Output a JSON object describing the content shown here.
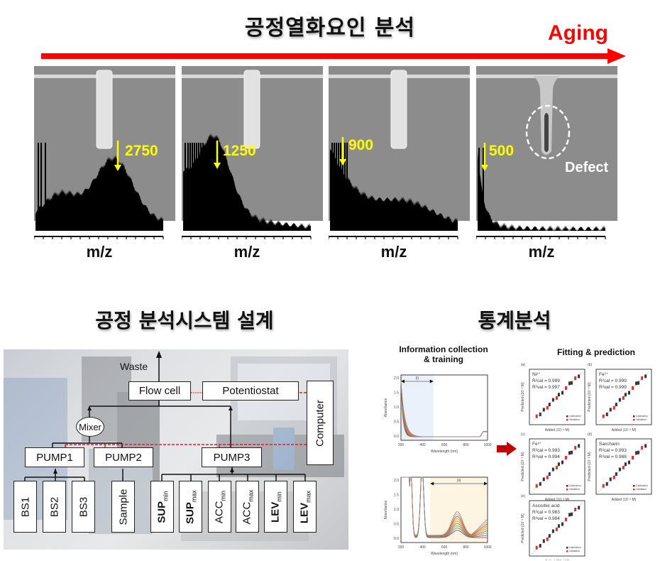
{
  "top_section": {
    "title": "공정열화요인 분석",
    "aging_label": "Aging",
    "arrow_color": "#ff0000",
    "panels": [
      {
        "peak_label": "2750",
        "axis_label": "m/z",
        "defect": false
      },
      {
        "peak_label": "1250",
        "axis_label": "m/z",
        "defect": false
      },
      {
        "peak_label": "900",
        "axis_label": "m/z",
        "defect": false
      },
      {
        "peak_label": "500",
        "axis_label": "m/z",
        "defect": true,
        "defect_label": "Defect"
      }
    ],
    "peak_color": "#ffff00"
  },
  "system_section": {
    "title": "공정 분석시스템 설계",
    "waste_label": "Waste",
    "flow_cell": "Flow cell",
    "potentiostat": "Potentiostat",
    "computer": "Computer",
    "mixer": "Mixer",
    "pumps": [
      "PUMP1",
      "PUMP2",
      "PUMP3"
    ],
    "sources": {
      "pump1": [
        "BS1",
        "BS2",
        "BS3"
      ],
      "pump2": [
        "Sample"
      ],
      "pump3": [
        {
          "base": "SUP",
          "sub": "min"
        },
        {
          "base": "SUP",
          "sub": "max"
        },
        {
          "base": "ACC",
          "sub": "min"
        },
        {
          "base": "ACC",
          "sub": "max"
        },
        {
          "base": "LEV",
          "sub": "min"
        },
        {
          "base": "LEV",
          "sub": "max"
        }
      ]
    },
    "signal_color": "#e02020"
  },
  "stats_section": {
    "title": "통계분석",
    "info_heading_line1": "Information collection",
    "info_heading_line2": "& training",
    "fit_heading": "Fitting & prediction",
    "arrow_color": "#c00000",
    "spectra": [
      {
        "region_label": "(i)",
        "ylabel": "Absorbance",
        "xlabel": "Wavelength (nm)",
        "xticks": [
          "200",
          "400",
          "600",
          "800",
          "1000"
        ],
        "yticks": [
          "0.0",
          "0.5",
          "1.0",
          "1.5",
          "2.0"
        ],
        "region_nm": [
          200,
          500
        ]
      },
      {
        "region_label": "(ii)",
        "ylabel": "Absorbance",
        "xlabel": "Wavelength (nm)",
        "xticks": [
          "200",
          "400",
          "600",
          "800",
          "1000"
        ],
        "yticks": [
          "0.0",
          "0.5",
          "1.0",
          "1.5",
          "2.0"
        ],
        "region_nm": [
          470,
          1000
        ]
      }
    ],
    "fits": [
      {
        "panel": "(a)",
        "analyte": "Ni²⁺",
        "r2_cal": "R²cal = 0.999",
        "r2_val": "R²val = 0.997"
      },
      {
        "panel": "(b)",
        "analyte": "Fe²⁺",
        "r2_cal": "R²cal = 0.999",
        "r2_val": "R²val = 0.999"
      },
      {
        "panel": "(c)",
        "analyte": "Fe³⁺",
        "r2_cal": "R²cal = 0.993",
        "r2_val": "R²val = 0.994"
      },
      {
        "panel": "(d)",
        "analyte": "Saccharin",
        "r2_cal": "R²cal = 0.993",
        "r2_val": "R²val = 0.988"
      },
      {
        "panel": "(e)",
        "analyte": "Ascorbic acid",
        "r2_cal": "R²cal = 0.983",
        "r2_val": "R²val = 0.984"
      }
    ],
    "fit_xlabel": "Added (10⁻³ M)",
    "fit_ylabel": "Predicted (10⁻³ M)",
    "legend": [
      "Calibration",
      "Validation"
    ],
    "calibration_color": "#333333",
    "validation_color": "#e03030"
  }
}
